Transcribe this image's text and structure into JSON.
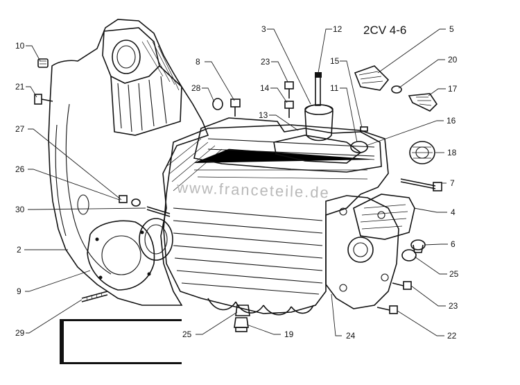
{
  "title": "2CV 4-6",
  "watermark": "www.franceteile.de",
  "callouts": [
    {
      "id": "c10",
      "label": "10"
    },
    {
      "id": "c21",
      "label": "21"
    },
    {
      "id": "c27",
      "label": "27"
    },
    {
      "id": "c26",
      "label": "26"
    },
    {
      "id": "c30",
      "label": "30"
    },
    {
      "id": "c2",
      "label": "2"
    },
    {
      "id": "c9",
      "label": "9"
    },
    {
      "id": "c29",
      "label": "29"
    },
    {
      "id": "c8",
      "label": "8"
    },
    {
      "id": "c28",
      "label": "28"
    },
    {
      "id": "c3",
      "label": "3"
    },
    {
      "id": "c12",
      "label": "12"
    },
    {
      "id": "c23a",
      "label": "23"
    },
    {
      "id": "c14",
      "label": "14"
    },
    {
      "id": "c13",
      "label": "13"
    },
    {
      "id": "c15",
      "label": "15"
    },
    {
      "id": "c11",
      "label": "11"
    },
    {
      "id": "c5",
      "label": "5"
    },
    {
      "id": "c20",
      "label": "20"
    },
    {
      "id": "c17",
      "label": "17"
    },
    {
      "id": "c16",
      "label": "16"
    },
    {
      "id": "c18",
      "label": "18"
    },
    {
      "id": "c7",
      "label": "7"
    },
    {
      "id": "c4",
      "label": "4"
    },
    {
      "id": "c6",
      "label": "6"
    },
    {
      "id": "c25a",
      "label": "25"
    },
    {
      "id": "c23b",
      "label": "23"
    },
    {
      "id": "c22",
      "label": "22"
    },
    {
      "id": "c24",
      "label": "24"
    },
    {
      "id": "c19",
      "label": "19"
    },
    {
      "id": "c25b",
      "label": "25"
    }
  ]
}
